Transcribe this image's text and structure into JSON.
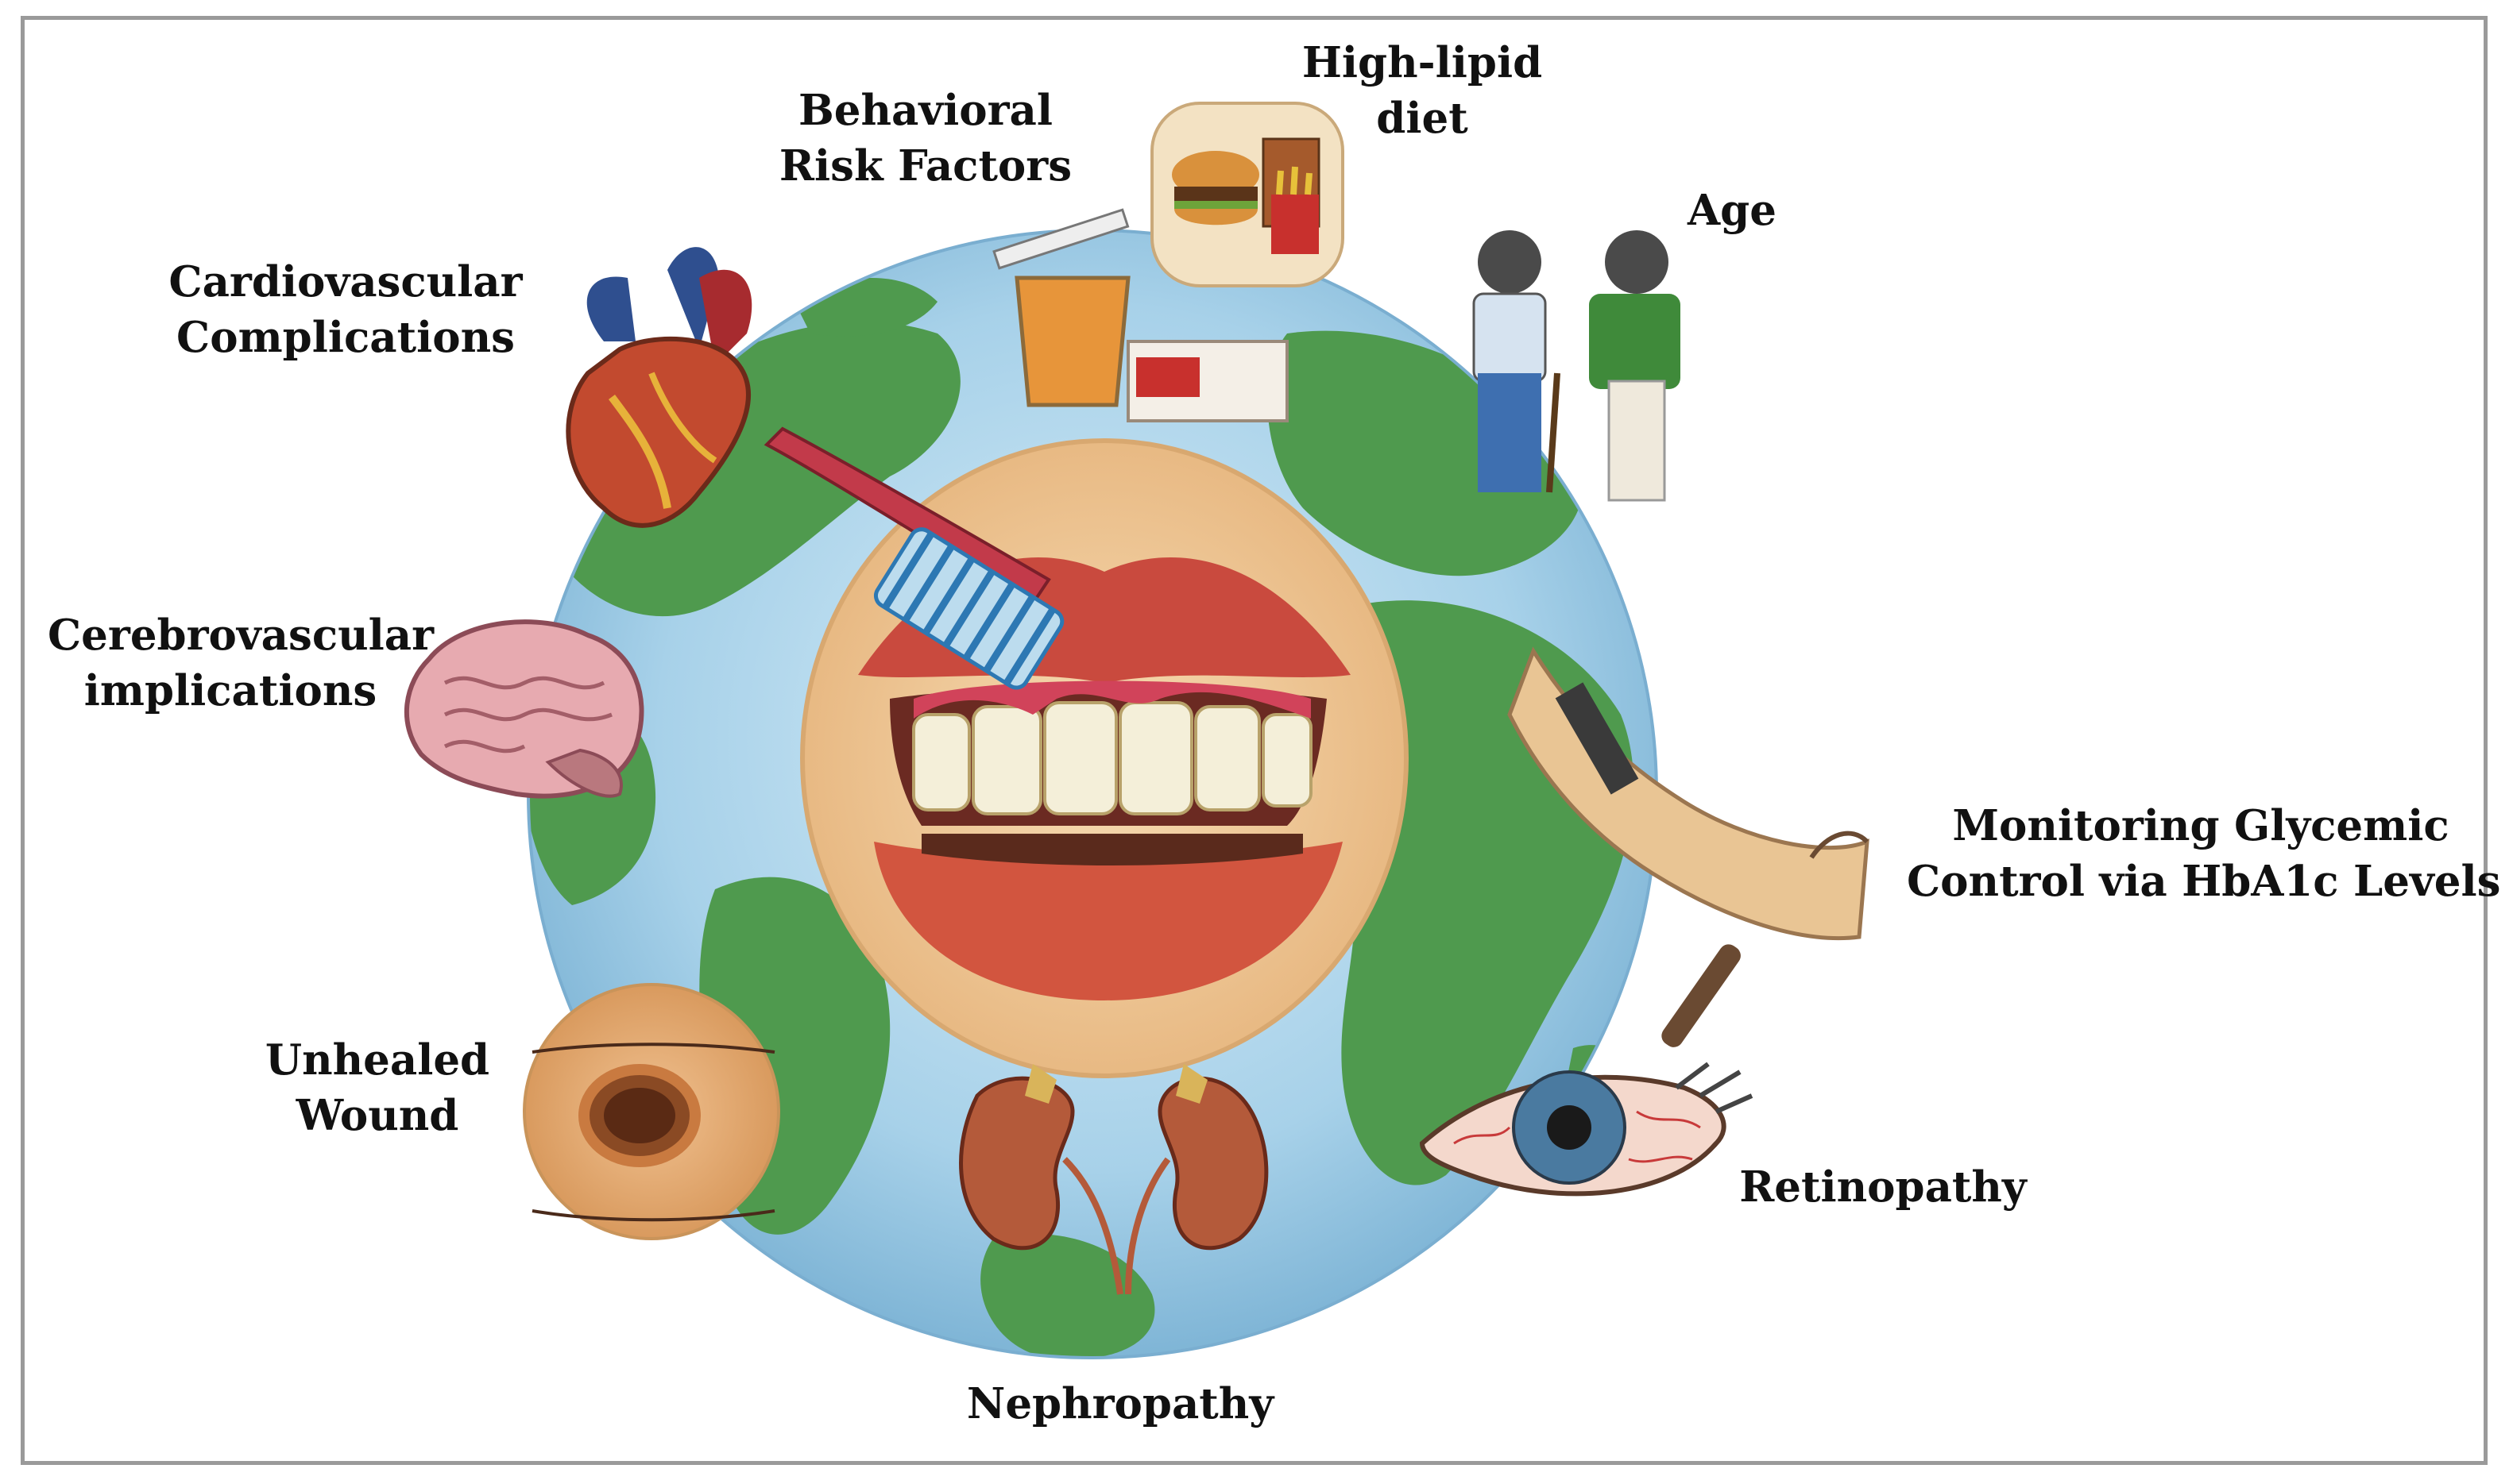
{
  "labels": {
    "high_lipid": [
      "High-lipid",
      "diet"
    ],
    "behavioral": [
      "Behavioral",
      "Risk Factors"
    ],
    "age": [
      "Age"
    ],
    "cardiovascular": [
      "Cardiovascular",
      "Complications"
    ],
    "cerebrovascular": [
      "Cerebrovascular",
      "implications"
    ],
    "monitoring": [
      "Monitoring Glycemic",
      "Control via HbA1c Levels"
    ],
    "unhealed": [
      "Unhealed",
      "Wound"
    ],
    "retinopathy": [
      "Retinopathy"
    ],
    "nephropathy": [
      "Nephropathy"
    ]
  },
  "icons": [
    "globe-illustration",
    "mouth-icon",
    "toothbrush-icon",
    "heart-icon",
    "brain-icon",
    "fast-food-icon",
    "drink-cigarette-icon",
    "elderly-people-icon",
    "arm-blood-sample-icon",
    "wound-icon",
    "kidneys-icon",
    "eye-icon"
  ],
  "colors": {
    "ocean": "#a9d3ea",
    "land": "#4f9a4e",
    "frame": "#9a9a9a",
    "text": "#111111"
  }
}
